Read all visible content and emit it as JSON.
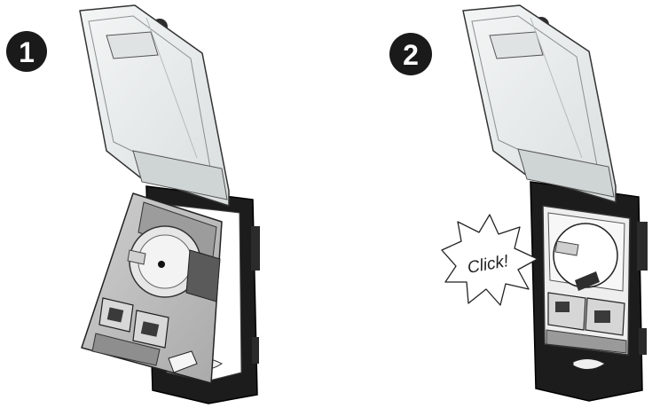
{
  "steps": [
    {
      "number": "1"
    },
    {
      "number": "2"
    }
  ],
  "callout": {
    "text": "Click!"
  },
  "colors": {
    "frame": "#1a1a1a",
    "cover": "#e8ecec",
    "cover_edge": "#3a3a3a",
    "insert": "#bfbfbf",
    "insert_light": "#ececec",
    "badge": "#1a1a1a"
  }
}
